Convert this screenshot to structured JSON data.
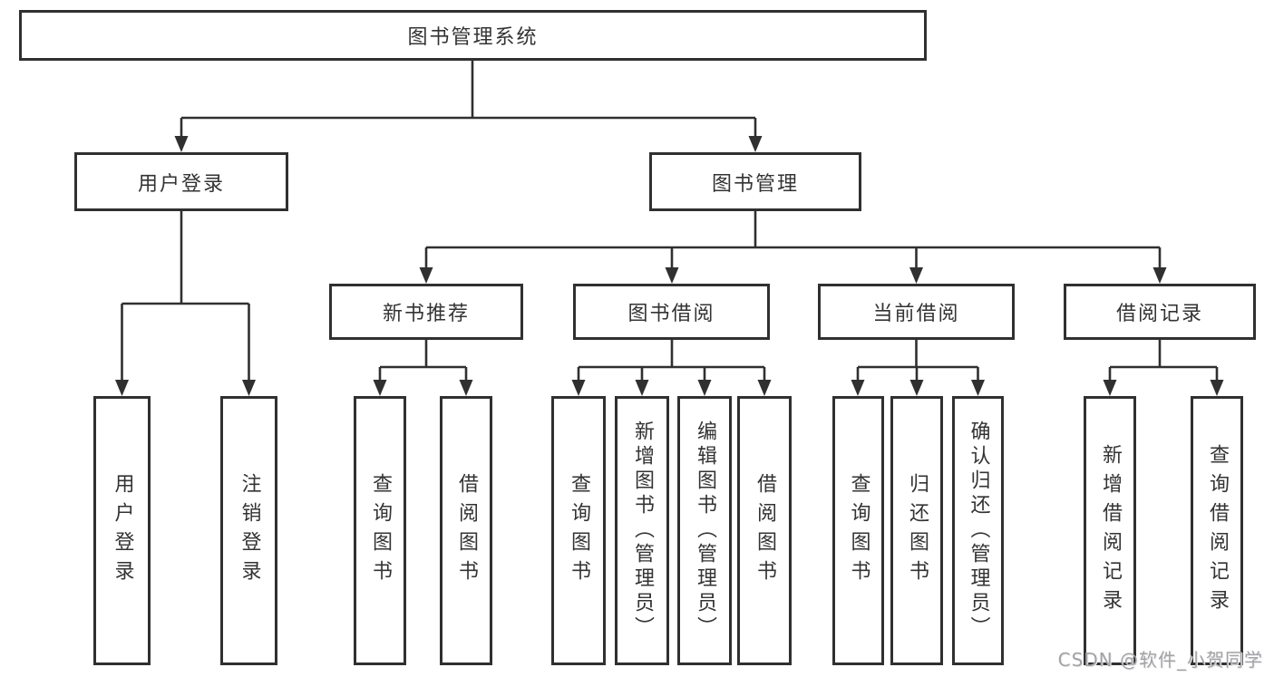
{
  "diagram": {
    "type": "hierarchy-tree",
    "line_color": "#303030",
    "text_color": "#333333",
    "background": "#ffffff",
    "root": {
      "label": "图书管理系统"
    },
    "level2": [
      {
        "id": "user-login",
        "label": "用户登录"
      },
      {
        "id": "book-management",
        "label": "图书管理"
      }
    ],
    "level3": [
      {
        "id": "new-book-recommend",
        "label": "新书推荐",
        "parent": "book-management"
      },
      {
        "id": "book-borrowing",
        "label": "图书借阅",
        "parent": "book-management"
      },
      {
        "id": "current-borrowing",
        "label": "当前借阅",
        "parent": "book-management"
      },
      {
        "id": "borrowing-records",
        "label": "借阅记录",
        "parent": "book-management"
      }
    ],
    "leaves": [
      {
        "id": "user-login-leaf",
        "label": "用户登录",
        "parent": "user-login"
      },
      {
        "id": "logout-leaf",
        "label": "注销登录",
        "parent": "user-login"
      },
      {
        "id": "query-books-1",
        "label": "查询图书",
        "parent": "new-book-recommend"
      },
      {
        "id": "borrow-books-1",
        "label": "借阅图书",
        "parent": "new-book-recommend"
      },
      {
        "id": "query-books-2",
        "label": "查询图书",
        "parent": "book-borrowing"
      },
      {
        "id": "add-books-admin",
        "label": "新增图书（管理员）",
        "parent": "book-borrowing"
      },
      {
        "id": "edit-books-admin",
        "label": "编辑图书（管理员）",
        "parent": "book-borrowing"
      },
      {
        "id": "borrow-books-2",
        "label": "借阅图书",
        "parent": "book-borrowing"
      },
      {
        "id": "query-books-3",
        "label": "查询图书",
        "parent": "current-borrowing"
      },
      {
        "id": "return-books",
        "label": "归还图书",
        "parent": "current-borrowing"
      },
      {
        "id": "confirm-return-admin",
        "label": "确认归还（管理员）",
        "parent": "current-borrowing"
      },
      {
        "id": "add-borrow-record",
        "label": "新增借阅记录",
        "parent": "borrowing-records"
      },
      {
        "id": "query-borrow-record",
        "label": "查询借阅记录",
        "parent": "borrowing-records"
      }
    ]
  },
  "watermark": {
    "text": "CSDN @软件_小贺同学",
    "color": "#a3a3a6"
  }
}
